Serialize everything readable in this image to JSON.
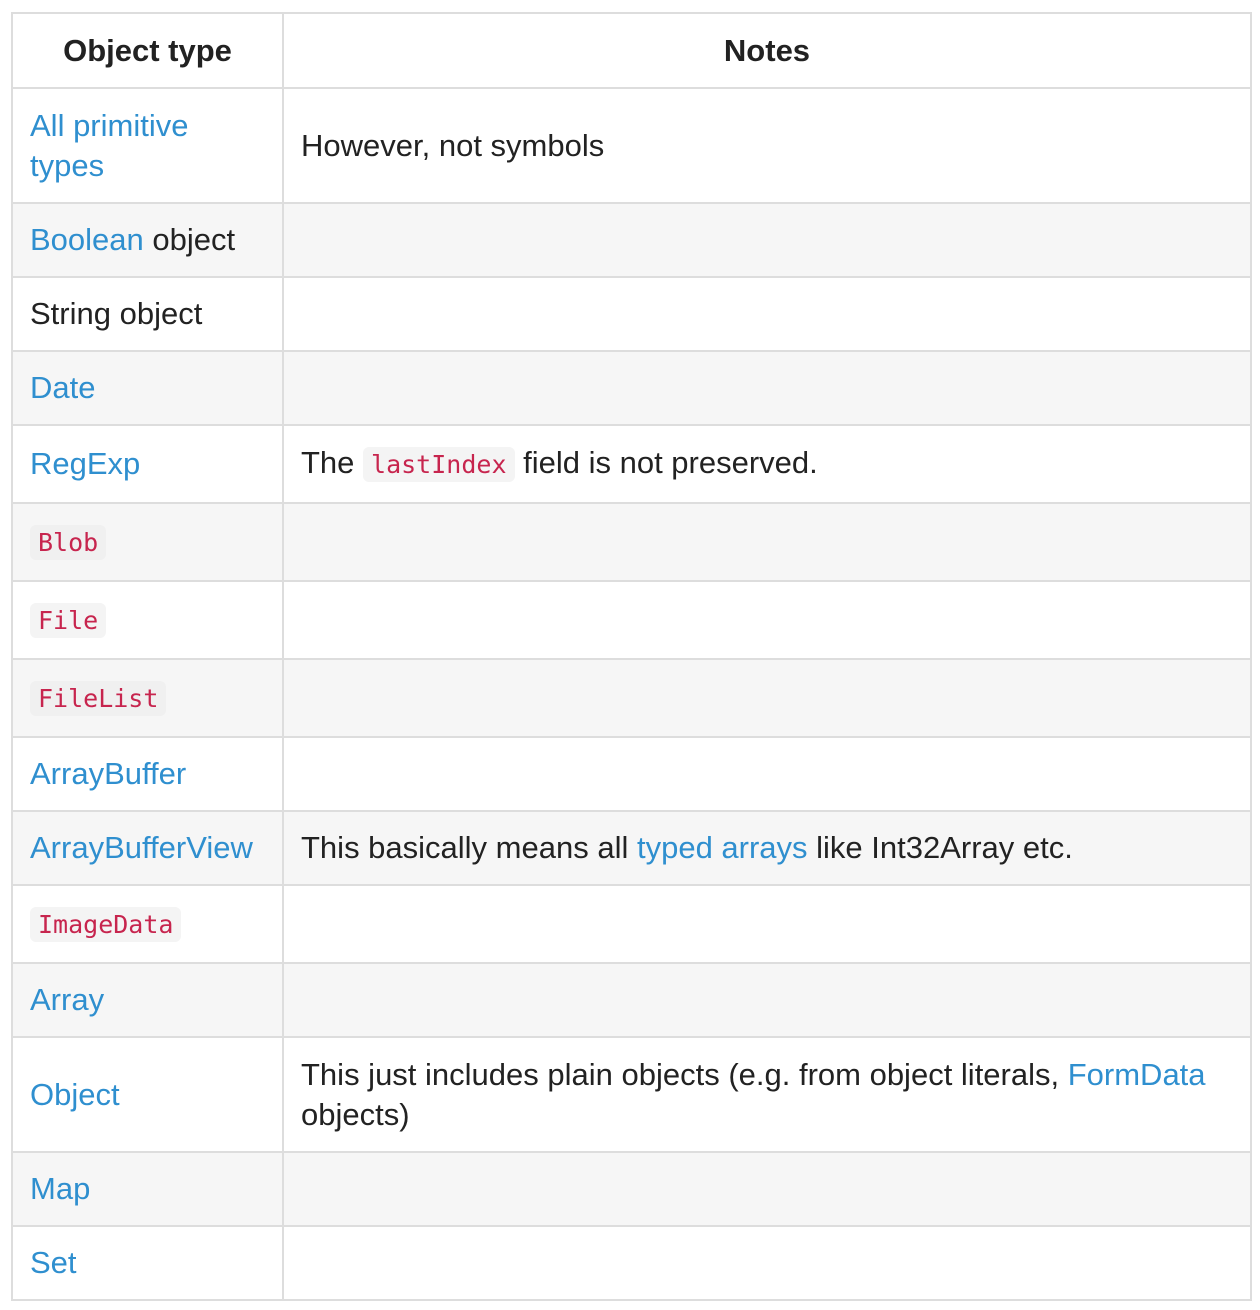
{
  "table": {
    "headers": [
      "Object type",
      "Notes"
    ],
    "rows": [
      {
        "type": "All primitive types",
        "note": "However, not symbols"
      },
      {
        "type_link": "Boolean",
        "type_suffix": " object",
        "note": ""
      },
      {
        "type": "String object",
        "note": ""
      },
      {
        "type": "Date",
        "note": ""
      },
      {
        "type": "RegExp",
        "note_prefix": "The ",
        "note_code": "lastIndex",
        "note_suffix": " field is not preserved."
      },
      {
        "type": "Blob",
        "note": ""
      },
      {
        "type": "File",
        "note": ""
      },
      {
        "type": "FileList",
        "note": ""
      },
      {
        "type": "ArrayBuffer",
        "note": ""
      },
      {
        "type": "ArrayBufferView",
        "note_prefix": "This basically means all ",
        "note_link": "typed arrays",
        "note_suffix": " like Int32Array etc."
      },
      {
        "type": "ImageData",
        "note": ""
      },
      {
        "type": "Array",
        "note": ""
      },
      {
        "type": "Object",
        "note_prefix": "This just includes plain objects (e.g. from object literals, ",
        "note_link": "FormData",
        "note_suffix": " objects)"
      },
      {
        "type": "Map",
        "note": ""
      },
      {
        "type": "Set",
        "note": ""
      }
    ]
  },
  "colors": {
    "link": "#2f8fcf",
    "code": "#c7254e",
    "code_bg": "#f4f4f4",
    "border": "#dddddd",
    "stripe": "#f6f6f6"
  }
}
